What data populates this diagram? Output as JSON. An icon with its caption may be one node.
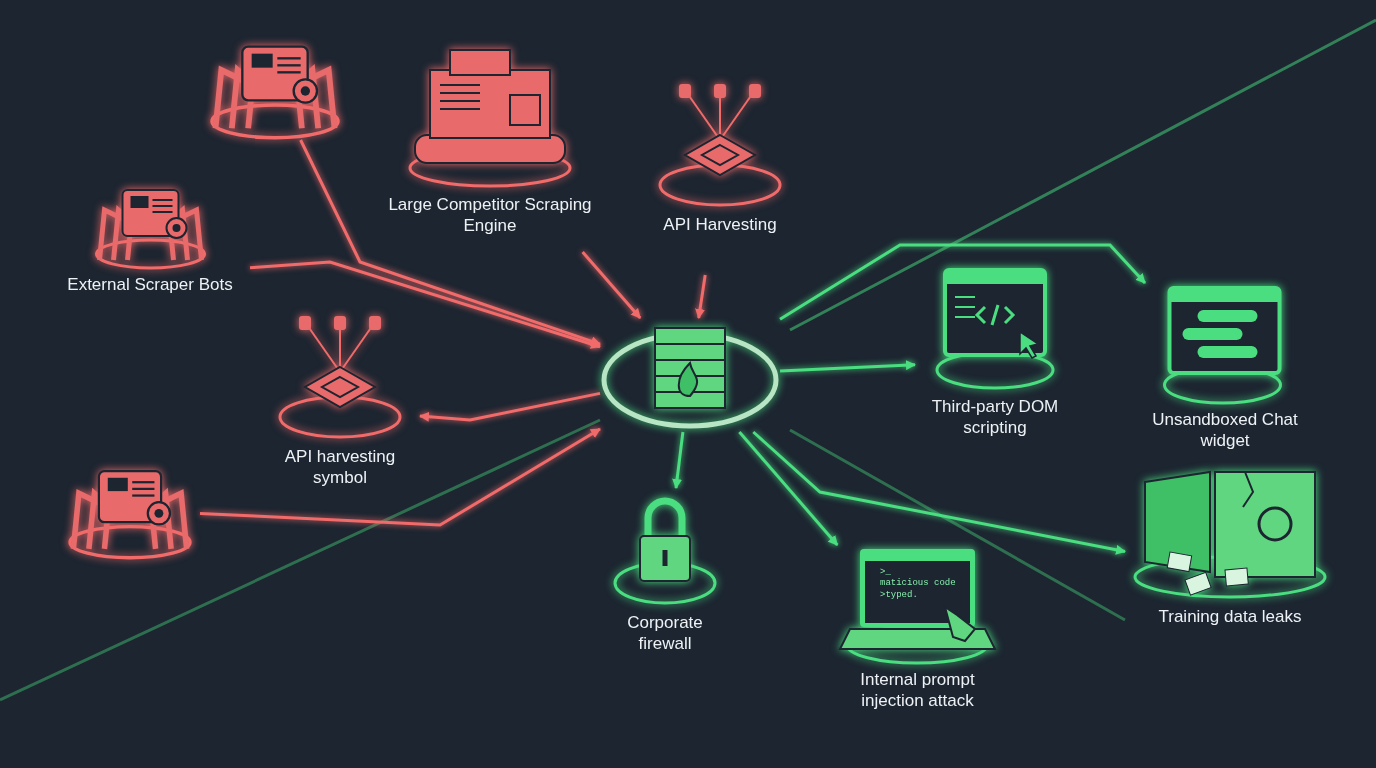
{
  "diagram": {
    "nodes": [
      {
        "text": [
          "External Scraper Bots"
        ]
      },
      {
        "text": [],
        "shape": "picture"
      },
      {
        "text": [
          "Large Competitor Scraping Engine"
        ]
      },
      {
        "text": [
          "API Harvesting"
        ]
      },
      {
        "text": [
          "API harvesting symbol"
        ]
      },
      {
        "text": [],
        "shape": "picture"
      },
      {
        "text": [],
        "shape": "picture"
      },
      {
        "text": [
          "Third-party DOM scripting"
        ]
      },
      {
        "text": [
          "Unsandboxed Chat widget"
        ]
      },
      {
        "text": [
          "Corporate firewall"
        ]
      },
      {
        "text": [
          "Internal prompt injection attack"
        ]
      },
      {
        "text": [
          "Training data leaks"
        ]
      }
    ],
    "edges": [
      {
        "from": 0,
        "to": 6,
        "arrow": "to"
      },
      {
        "from": 1,
        "to": 6,
        "arrow": "to"
      },
      {
        "from": 2,
        "to": 6,
        "arrow": "to"
      },
      {
        "from": 3,
        "to": 6,
        "arrow": "to"
      },
      {
        "from": 6,
        "to": 4,
        "arrow": "to"
      },
      {
        "from": 5,
        "to": 6,
        "arrow": "to"
      },
      {
        "from": 6,
        "to": 7,
        "arrow": "to",
        "color": "#4ade80"
      },
      {
        "from": 6,
        "to": 8,
        "arrow": "to",
        "color": "#4ade80"
      },
      {
        "from": 6,
        "to": 9,
        "arrow": "to",
        "color": "#4ade80"
      },
      {
        "from": 6,
        "to": 10,
        "arrow": "to",
        "color": "#4ade80"
      },
      {
        "from": 6,
        "to": 11,
        "arrow": "to",
        "color": "#4ade80"
      }
    ],
    "labels": [
      ">_",
      "maticious code >typed."
    ]
  }
}
